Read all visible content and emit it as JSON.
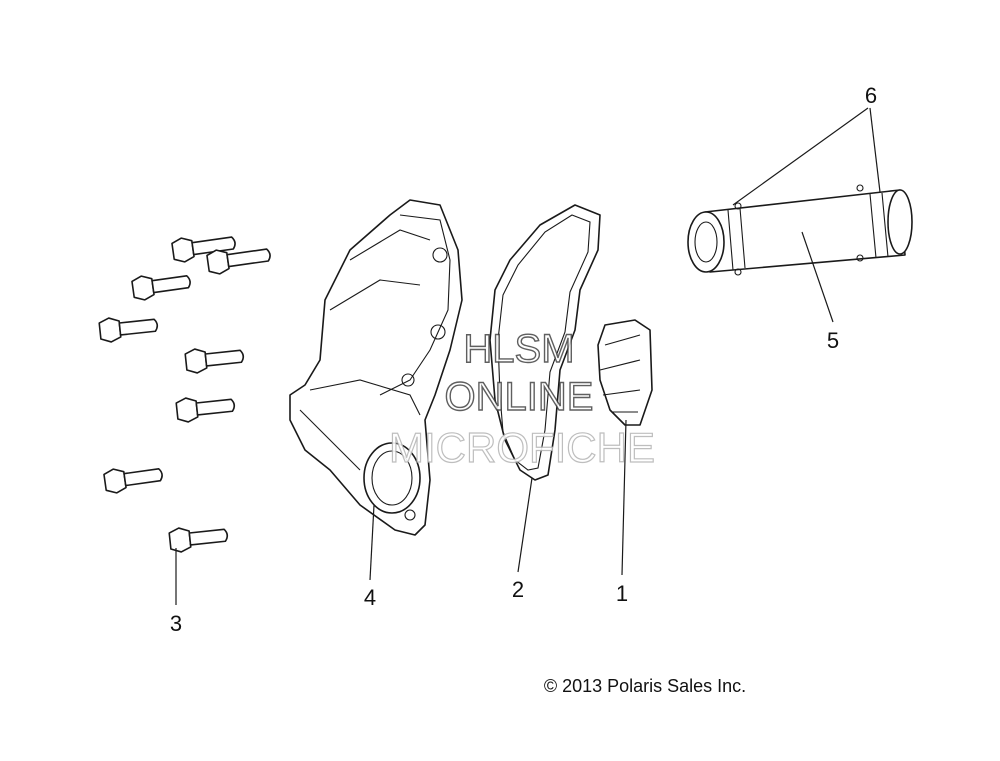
{
  "callouts": {
    "c1": "1",
    "c2": "2",
    "c3": "3",
    "c4": "4",
    "c5": "5",
    "c6": "6"
  },
  "watermark": {
    "line1": "HLSM",
    "line2": "ONLINE",
    "line3": "MICROFICHE"
  },
  "copyright": "© 2013 Polaris Sales Inc.",
  "colors": {
    "line": "#1a1a1a",
    "background": "#ffffff"
  }
}
